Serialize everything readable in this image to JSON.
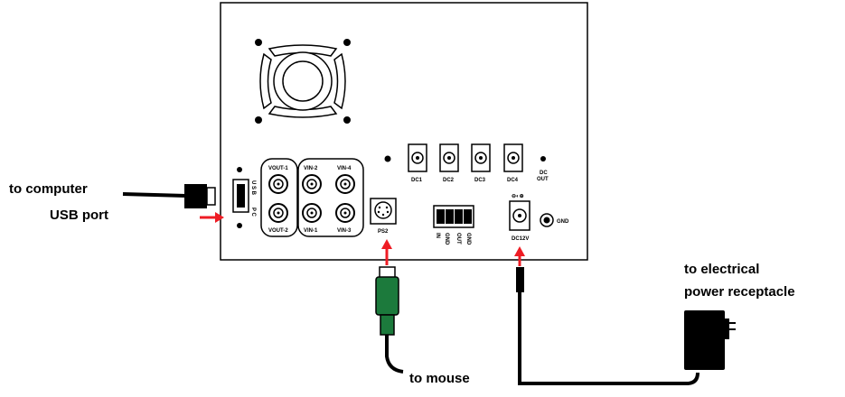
{
  "callouts": {
    "usb_line1": "to computer",
    "usb_line2": "USB port",
    "power_line1": "to electrical",
    "power_line2": "power receptacle",
    "mouse": "to mouse"
  },
  "panel_labels": {
    "vout1": "VOUT-1",
    "vout2": "VOUT-2",
    "vin2": "VIN-2",
    "vin4": "VIN-4",
    "vin1": "VIN-1",
    "vin3": "VIN-3",
    "ps2": "PS2",
    "dc1": "DC1",
    "dc2": "DC2",
    "dc3": "DC3",
    "dc4": "DC4",
    "dc_out_1": "DC",
    "dc_out_2": "OUT",
    "dc12v": "DC12V",
    "gnd": "GND",
    "usb_vertical": "U S B",
    "pc_vertical": "P C",
    "terminal_1": "IN",
    "terminal_2": "GND",
    "terminal_3": "OUT",
    "terminal_4": "GND",
    "polarity": "⊖◐⊕"
  },
  "colors": {
    "arrow": "#ee1c24",
    "mouse_plug": "#1c7a3c",
    "cable": "#000000"
  }
}
